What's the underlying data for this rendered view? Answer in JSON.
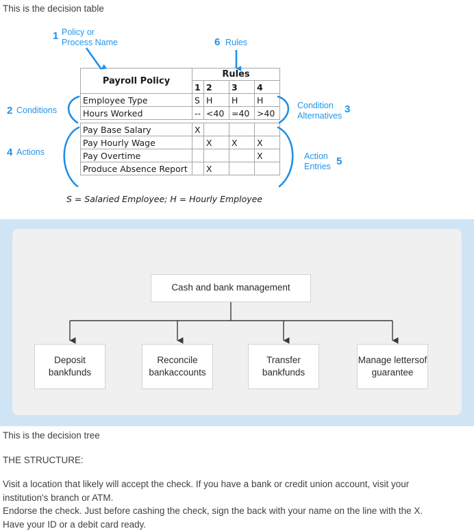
{
  "top_caption": "This is the decision table",
  "decision_table": {
    "policy_name": "Payroll Policy",
    "rules_header": "Rules",
    "rule_numbers": [
      "1",
      "2",
      "3",
      "4"
    ],
    "conditions": [
      {
        "label": "Employee Type",
        "values": [
          "S",
          "H",
          "H",
          "H"
        ]
      },
      {
        "label": "Hours Worked",
        "values": [
          "--",
          "<40",
          "=40",
          ">40"
        ]
      }
    ],
    "actions": [
      {
        "label": "Pay Base Salary",
        "values": [
          "X",
          "",
          "",
          ""
        ]
      },
      {
        "label": "Pay Hourly Wage",
        "values": [
          "",
          "X",
          "X",
          "X"
        ]
      },
      {
        "label": "Pay Overtime",
        "values": [
          "",
          "",
          "",
          "X"
        ]
      },
      {
        "label": "Produce Absence Report",
        "values": [
          "",
          "X",
          "",
          ""
        ]
      }
    ],
    "footnote": "S = Salaried Employee; H = Hourly Employee"
  },
  "annotations": {
    "accent_color": "#1e90e8",
    "items": [
      {
        "number": "1",
        "label_line1": "Policy or",
        "label_line2": "Process Name"
      },
      {
        "number": "6",
        "label_line1": "Rules",
        "label_line2": ""
      },
      {
        "number": "2",
        "label_line1": "Conditions",
        "label_line2": ""
      },
      {
        "number": "3",
        "label_line1": "Condition",
        "label_line2": "Alternatives"
      },
      {
        "number": "4",
        "label_line1": "Actions",
        "label_line2": ""
      },
      {
        "number": "5",
        "label_line1": "Action",
        "label_line2": "Entries"
      }
    ]
  },
  "diagram": {
    "band_color": "#cfe4f5",
    "panel_color": "#f0f0f0",
    "root": "Cash and bank management",
    "children": [
      {
        "line1": "Deposit bank",
        "line2": "funds"
      },
      {
        "line1": "Reconcile bank",
        "line2": "accounts"
      },
      {
        "line1": "Transfer bank",
        "line2": "funds"
      },
      {
        "line1": "Manage letters",
        "line2": "of guarantee"
      }
    ]
  },
  "bottom": {
    "caption": "This is the decision tree",
    "structure_heading": "THE STRUCTURE:",
    "body_line1": "Visit a location that likely will accept the check. If you have a bank or credit union account, visit your",
    "body_line2": "institution's branch or ATM.",
    "body_line3": "Endorse the check. Just before cashing the check, sign the back with your name on the line with the X.",
    "body_line4": "Have your ID or a debit card ready."
  }
}
